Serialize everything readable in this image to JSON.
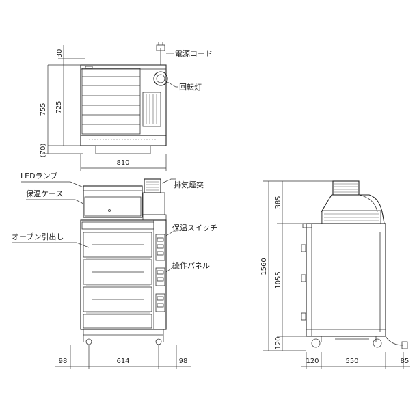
{
  "labels": {
    "power_cord": "電源コード",
    "rotating_light": "回転灯",
    "led_lamp": "LEDランプ",
    "warming_case": "保温ケース",
    "exhaust_chimney": "排気煙突",
    "oven_drawer": "オーブン引出し",
    "warming_switch": "保温スイッチ",
    "control_panel": "操作パネル"
  },
  "dimensions": {
    "top_gap": "30",
    "case_height": "755",
    "case_inner": "725",
    "case_base": "(70)",
    "top_width": "810",
    "left_margin": "98",
    "center_width": "614",
    "right_margin": "98",
    "side_top": "385",
    "side_total": "1560",
    "side_middle": "1055",
    "side_bottom_v": "120",
    "side_bottom_h": "120",
    "side_depth": "550",
    "side_cord": "85"
  }
}
